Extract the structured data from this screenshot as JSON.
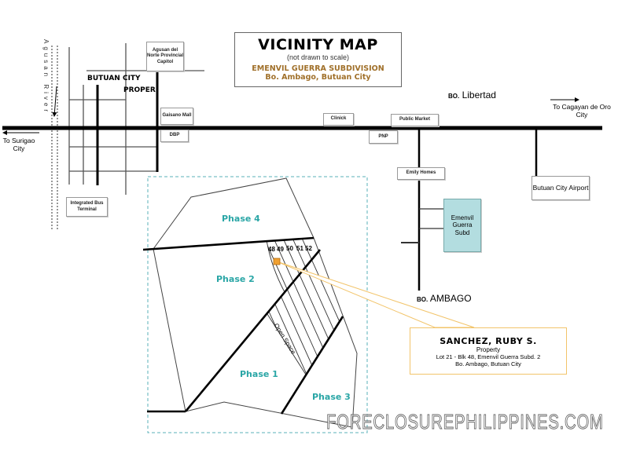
{
  "title": {
    "heading": "VICINITY MAP",
    "note": "(not drawn to scale)",
    "subdivision": "EMENVIL GUERRA SUBDIVISION",
    "location": "Bo. Ambago, Butuan City"
  },
  "places": {
    "river": "Agusan River",
    "city_line1": "BUTUAN CITY",
    "city_line2": "PROPER",
    "capitol": "Agusan del Norte Provincial Capitol",
    "gaisano": "Gaisano Mall",
    "dbp": "DBP",
    "bus_terminal": "Integrated Bus Terminal",
    "clinic": "Clinick",
    "public_market": "Public Market",
    "pnp": "PNP",
    "emily_homes": "Emily Homes",
    "airport": "Butuan City Airport",
    "emenvil": "Emenvil Guerra Subd",
    "libertad_prefix": "BO.",
    "libertad": "Libertad",
    "ambago_prefix": "BO.",
    "ambago": "AMBAGO",
    "to_surigao": "To Surigao City",
    "to_cagayan": "To Cagayan de Oro City"
  },
  "plan": {
    "phases": [
      "Phase 4",
      "Phase 2",
      "Phase 1",
      "Phase 3"
    ],
    "lots": [
      "48",
      "49",
      "50",
      "51",
      "52"
    ],
    "open_space": "Open Space"
  },
  "callout": {
    "owner": "SANCHEZ, RUBY S.",
    "type": "Property",
    "address1": "Lot 21 - Blk 48, Emenvil Guerra Subd. 2",
    "address2": "Bo. Ambago, Butuan City"
  },
  "watermark": "FORECLOSUREPHILIPPINES.COM",
  "colors": {
    "phase_text": "#2aa6a6",
    "subdivision_text": "#a0702a",
    "subdivision_fill": "#b3dde0",
    "callout_border": "#f2c46a",
    "marker": "#f0a030"
  }
}
